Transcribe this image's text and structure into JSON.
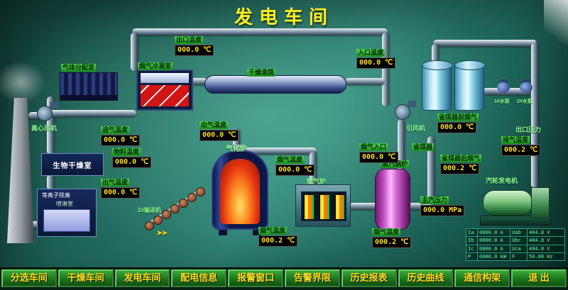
{
  "title": "发电车间",
  "colors": {
    "background_teal": "#2d8274",
    "label_green": "#2eb82e",
    "value_text_yellow": "#ffdf1a",
    "title_yellow": "#ffee22",
    "menu_button_green": "#1e7a1e",
    "menu_text_yellow": "#ffd91e"
  },
  "equipment_labels": {
    "gas_dist_room": "气体分配室",
    "condenser": "烟气冷凝室",
    "drying_drum": "干燥滚筒",
    "centrifugal_fan": "离心风机",
    "bio_dry_room": "生物干燥室",
    "plasma_deodor": "等离子除臭",
    "spray_room": "喷淋室",
    "gasifier": "气化炉",
    "conveyor": "2#输送机",
    "conveyor_arrows": "➤➤",
    "gas_furnace": "燃气炉",
    "steam_boiler": "蒸汽锅炉",
    "economizer": "省煤器",
    "induced_fan": "引风机",
    "turbine_generator": "汽轮发电机",
    "pump1": "1#水泵",
    "pump2": "2#水泵",
    "outlet_pressure": "出口压力"
  },
  "readouts": [
    {
      "label": "出口温度",
      "value": "000.0 ℃"
    },
    {
      "label": "入口温度",
      "value": "000.0 ℃"
    },
    {
      "label": "进气温度",
      "value": "000.0 ℃"
    },
    {
      "label": "物料温度",
      "value": "000.0 ℃"
    },
    {
      "label": "出气温度",
      "value": "000.0 ℃"
    },
    {
      "label": "出气温度",
      "value": "000.0 ℃"
    },
    {
      "label": "烟气温度",
      "value": "000.0 ℃"
    },
    {
      "label": "烟气温度",
      "value": "000.2 ℃"
    },
    {
      "label": "烟气温度",
      "value": "000.2 ℃"
    },
    {
      "label": "烟气入口",
      "value": "000.0 ℃"
    },
    {
      "label": "省煤器前烟气",
      "value": "000.0 ℃"
    },
    {
      "label": "省煤器后烟气",
      "value": "000.2 ℃"
    },
    {
      "label": "主汽压力",
      "value": "000.0 MPa"
    },
    {
      "label": "排气温度",
      "value": "000.2 ℃"
    }
  ],
  "generator_table": {
    "rows": [
      [
        "Ia",
        "0000.0 A",
        "Uab",
        "404.8 V"
      ],
      [
        "Ib",
        "0000.0 A",
        "Ubc",
        "404.8 V"
      ],
      [
        "Ic",
        "0000.0 A",
        "Uca",
        "404.8 V"
      ],
      [
        "P",
        "0000.0 kW",
        "F",
        "50.00 Hz"
      ]
    ]
  },
  "menu": {
    "items": [
      "分选车间",
      "干燥车间",
      "发电车间",
      "配电信息",
      "报警窗口",
      "告警界限",
      "历史报表",
      "历史曲线",
      "通信构架",
      "退 出"
    ]
  }
}
